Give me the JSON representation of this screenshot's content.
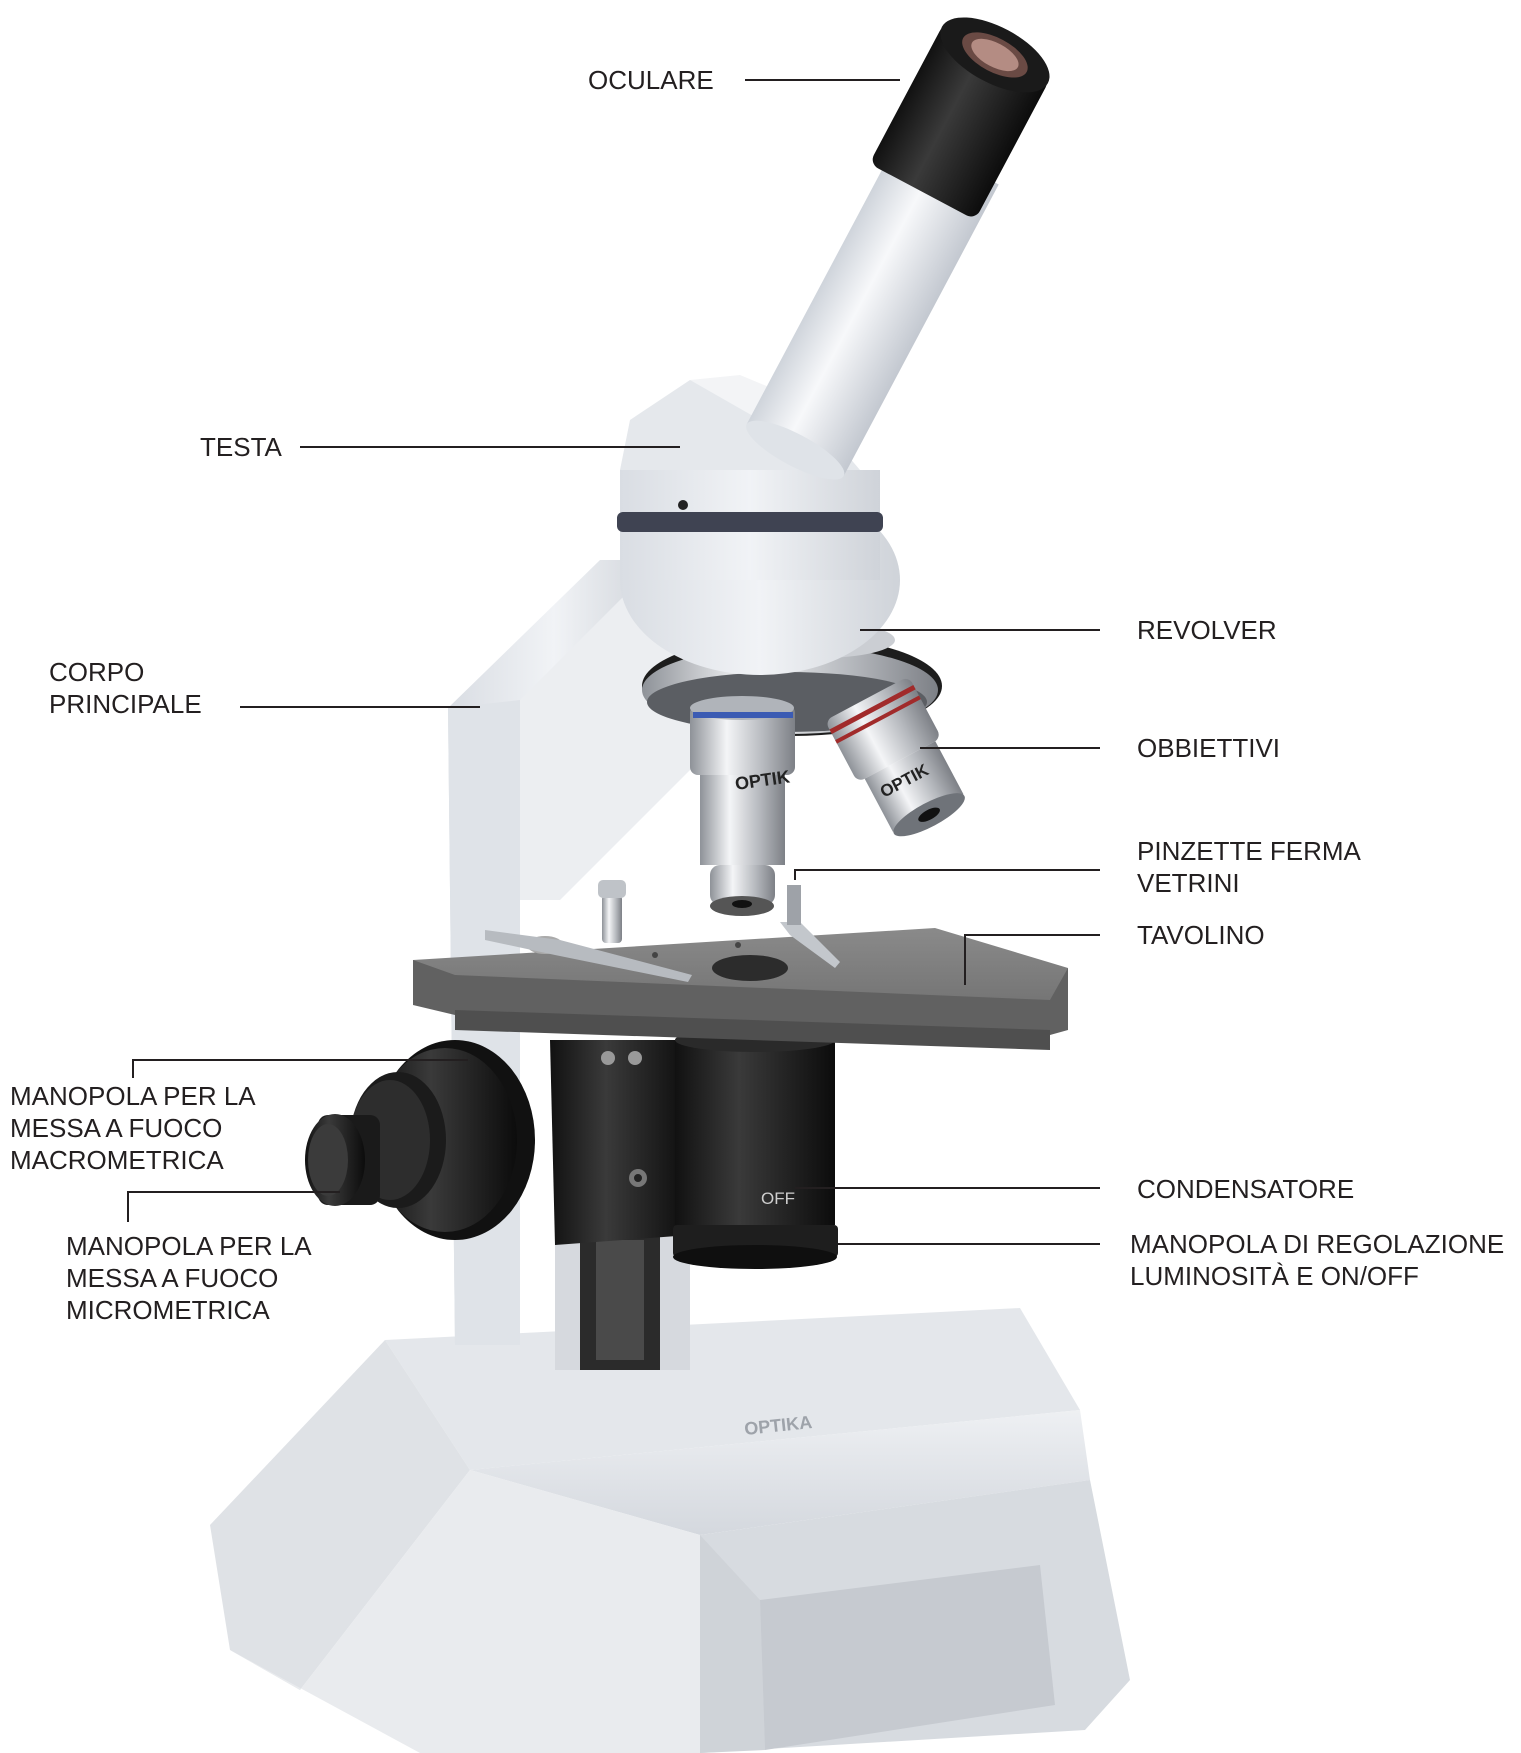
{
  "labels": {
    "oculare": [
      "OCULARE"
    ],
    "testa": [
      "TESTA"
    ],
    "corpo": [
      "CORPO",
      "PRINCIPALE"
    ],
    "revolver": [
      "REVOLVER"
    ],
    "obbiettivi": [
      "OBBIETTIVI"
    ],
    "pinzette": [
      "PINZETTE FERMA",
      "VETRINI"
    ],
    "tavolino": [
      "TAVOLINO"
    ],
    "macro": [
      "MANOPOLA PER LA",
      "MESSA A FUOCO",
      "MACROMETRICA"
    ],
    "micro": [
      "MANOPOLA PER LA",
      "MESSA A FUOCO",
      "MICROMETRICA"
    ],
    "condensatore": [
      "CONDENSATORE"
    ],
    "luminosita": [
      "MANOPOLA DI REGOLAZIONE",
      "LUMINOSITÀ E ON/OFF"
    ]
  },
  "engravings": {
    "objective_brand": "OPTIK",
    "objective_brand_2": "OPTIK",
    "off_mark": "OFF",
    "base_brand": "OPTIKA"
  },
  "colors": {
    "text": "#231f20",
    "leader": "#231f20",
    "body": "#e7eaee",
    "stage": "#6f6f6f",
    "black": "#1f1f1f",
    "metal": "#c9ccd1"
  }
}
